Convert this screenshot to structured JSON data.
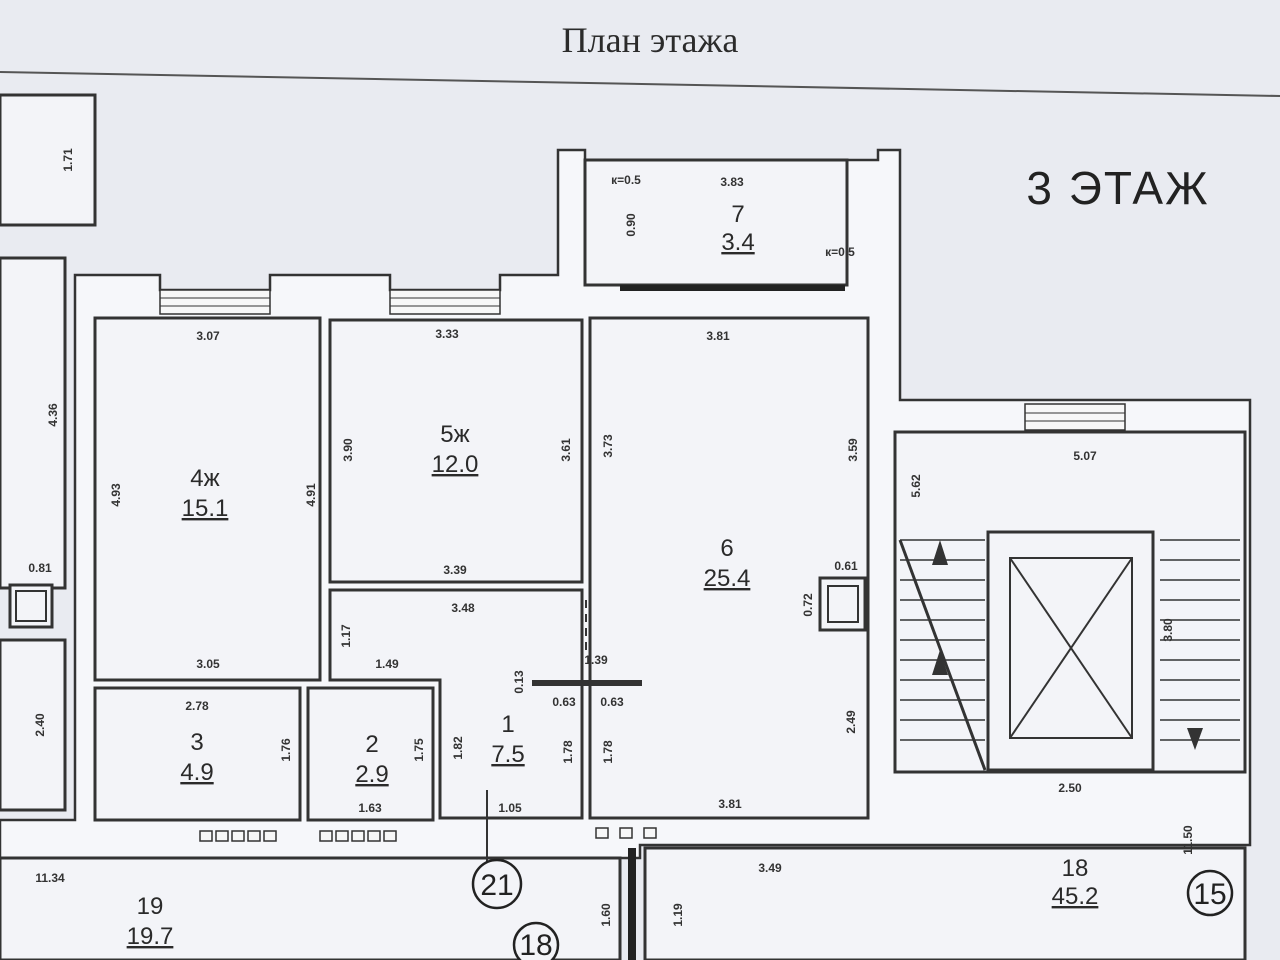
{
  "plan_title": "План этажа",
  "floor_label": "3 ЭТАЖ",
  "rooms": {
    "r1": {
      "number": "1",
      "area": "7.5"
    },
    "r2": {
      "number": "2",
      "area": "2.9"
    },
    "r3": {
      "number": "3",
      "area": "4.9"
    },
    "r4": {
      "number": "4ж",
      "area": "15.1"
    },
    "r5": {
      "number": "5ж",
      "area": "12.0"
    },
    "r6": {
      "number": "6",
      "area": "25.4"
    },
    "r7": {
      "number": "7",
      "area": "3.4"
    },
    "r18": {
      "number": "18",
      "area": "45.2"
    },
    "r19": {
      "number": "19",
      "area": "19.7"
    }
  },
  "dims": {
    "d171": "1.71",
    "d307": "3.07",
    "d333": "3.33",
    "d381a": "3.81",
    "d383": "3.83",
    "k05a": "к=0.5",
    "k05b": "к=0.5",
    "d090": "0.90",
    "d436": "4.36",
    "d493": "4.93",
    "d491": "4.91",
    "d390": "3.90",
    "d361": "3.61",
    "d373": "3.73",
    "d359": "3.59",
    "d081": "0.81",
    "d339": "3.39",
    "d348": "3.48",
    "d061": "0.61",
    "d072": "0.72",
    "d117": "1.17",
    "d305": "3.05",
    "d149": "1.49",
    "d013": "0.13",
    "d139": "1.39",
    "d063a": "0.63",
    "d063b": "0.63",
    "d278": "2.78",
    "d176a": "1.76",
    "d175": "1.75",
    "d182": "1.82",
    "d178a": "1.78",
    "d178b": "1.78",
    "d249": "2.49",
    "d240": "2.40",
    "d163": "1.63",
    "d105": "1.05",
    "d381b": "3.81",
    "d507": "5.07",
    "d562": "5.62",
    "d380": "3.80",
    "d250": "2.50",
    "d1134": "11.34",
    "d349": "3.49",
    "d1150": "11.50",
    "d160": "1.60",
    "d119": "1.19"
  },
  "axes": {
    "a21": "21",
    "a18": "18",
    "a15": "15"
  }
}
